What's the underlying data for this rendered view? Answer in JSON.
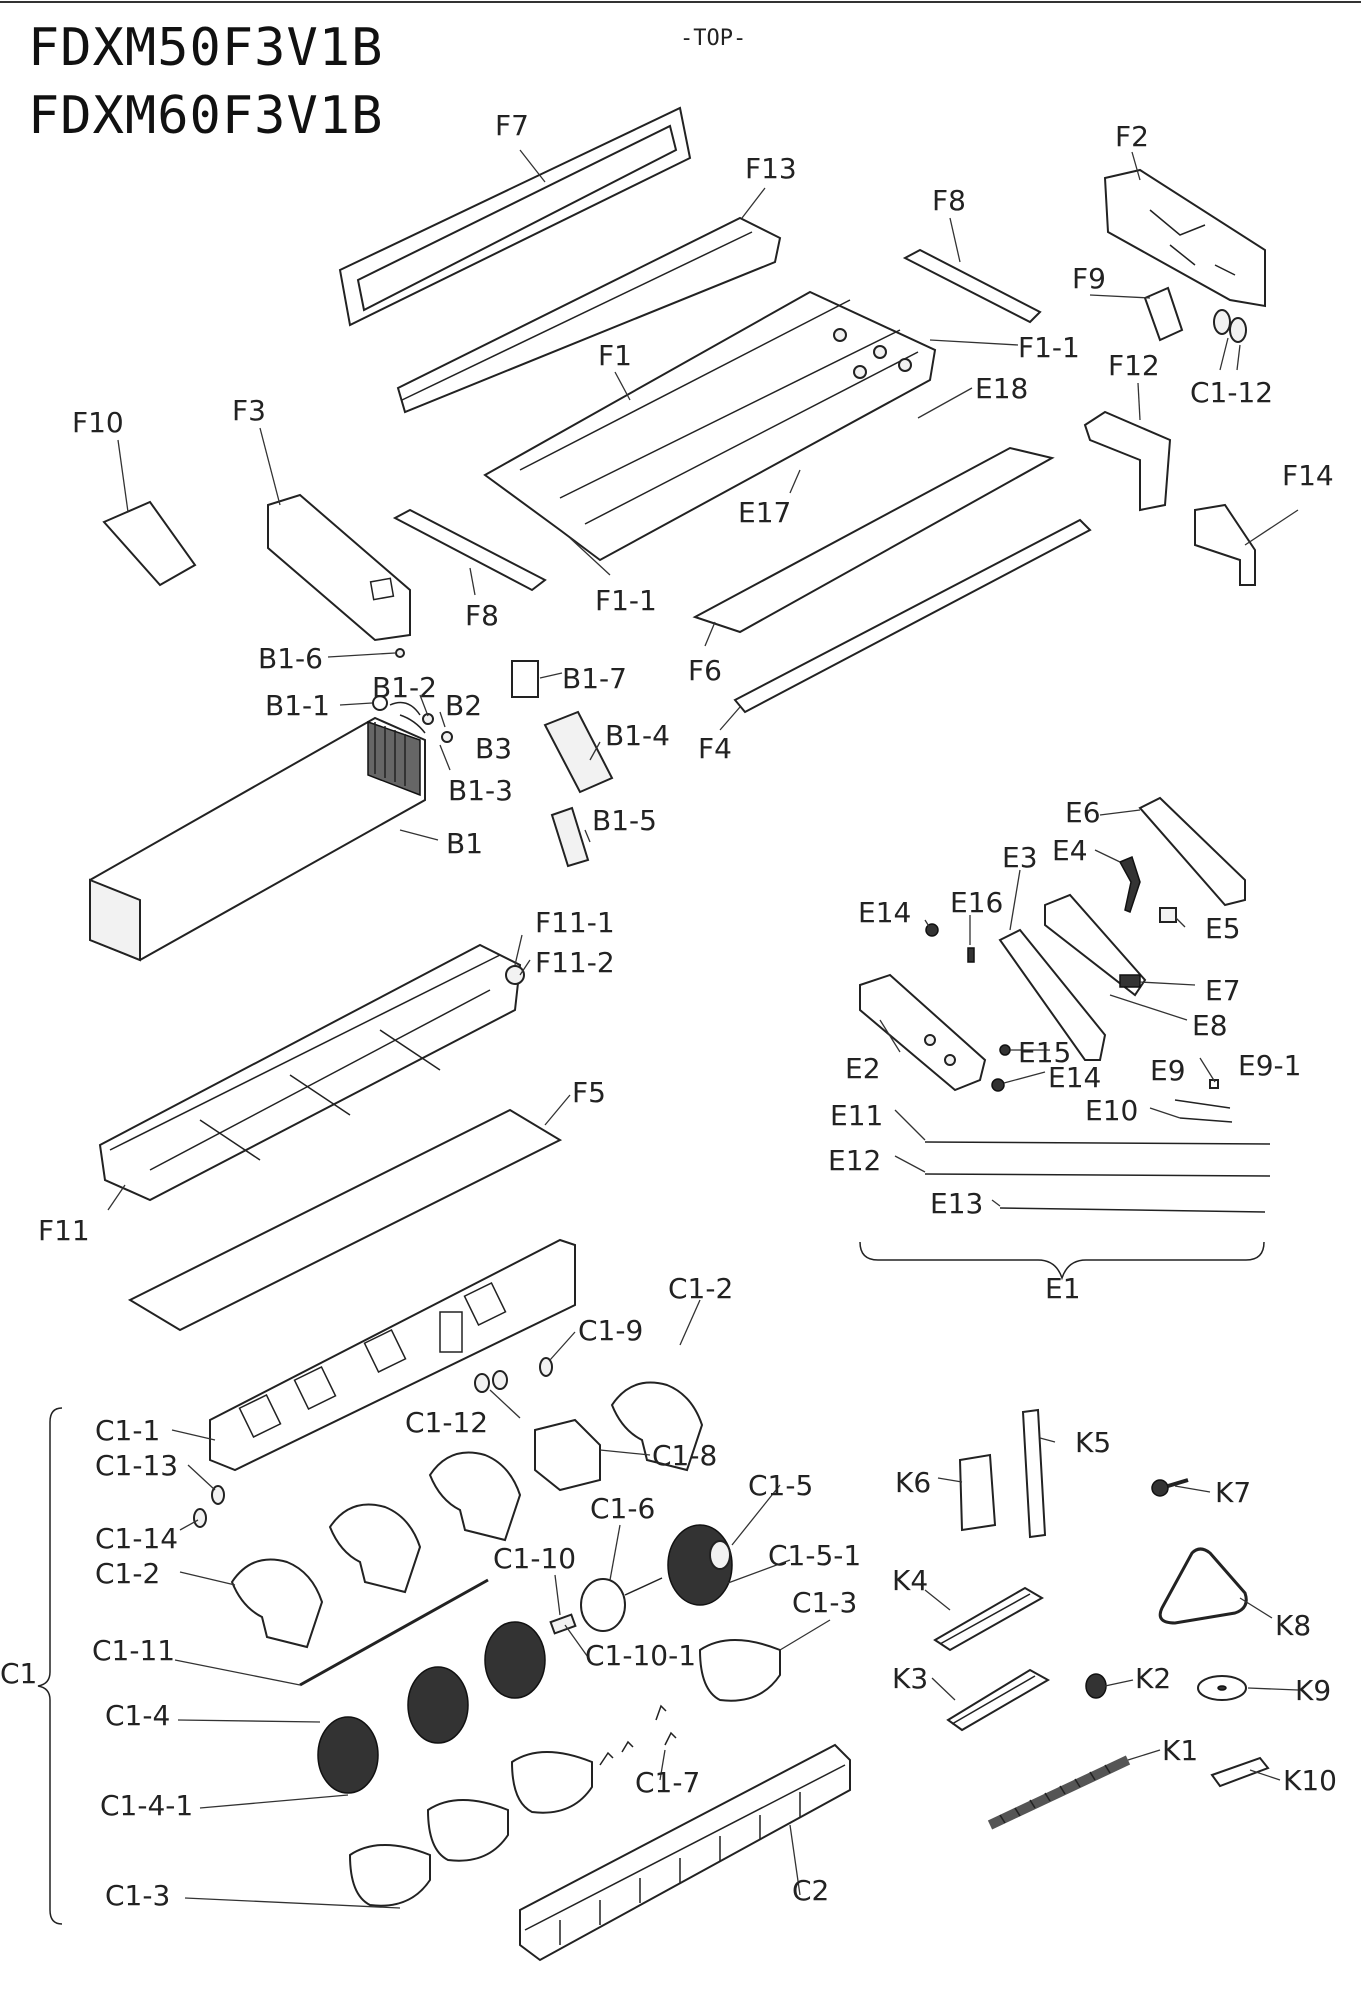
{
  "header": {
    "model_1": "FDXM50F3V1B",
    "model_2": "FDXM60F3V1B",
    "orientation": "-TOP-"
  },
  "parts": {
    "F7": "F7",
    "F13": "F13",
    "F8a": "F8",
    "F2": "F2",
    "F9": "F9",
    "F1_1a": "F1-1",
    "F1": "F1",
    "E18": "E18",
    "C1_12a": "C1-12",
    "F12": "F12",
    "F10": "F10",
    "F3": "F3",
    "E17": "E17",
    "F14": "F14",
    "F8b": "F8",
    "F1_1b": "F1-1",
    "F6": "F6",
    "B1_6": "B1-6",
    "B1_7": "B1-7",
    "B1_1": "B1-1",
    "B1_2": "B1-2",
    "B2": "B2",
    "B3": "B3",
    "B1_4": "B1-4",
    "F4": "F4",
    "B1_3": "B1-3",
    "B1_5": "B1-5",
    "B1": "B1",
    "E6": "E6",
    "E4": "E4",
    "E3": "E3",
    "E5": "E5",
    "E14a": "E14",
    "E16": "E16",
    "E7": "E7",
    "F11_1": "F11-1",
    "F11_2": "F11-2",
    "E8": "E8",
    "E2": "E2",
    "E15": "E15",
    "E14b": "E14",
    "E9": "E9",
    "E9_1": "E9-1",
    "F5": "F5",
    "E10": "E10",
    "E11": "E11",
    "E12": "E12",
    "E13": "E13",
    "F11": "F11",
    "E1": "E1",
    "C1_2a": "C1-2",
    "C1_9": "C1-9",
    "C1_1": "C1-1",
    "C1_12b": "C1-12",
    "C1_13": "C1-13",
    "C1_8": "C1-8",
    "K5": "K5",
    "C1_5": "C1-5",
    "K6": "K6",
    "K7": "K7",
    "C1_14": "C1-14",
    "C1_6": "C1-6",
    "C1_10": "C1-10",
    "C1_5_1": "C1-5-1",
    "C1_2b": "C1-2",
    "C1_3a": "C1-3",
    "K4": "K4",
    "K8": "K8",
    "C1_11": "C1-11",
    "C1_10_1": "C1-10-1",
    "C1": "C1",
    "K3": "K3",
    "K2": "K2",
    "K9": "K9",
    "C1_4": "C1-4",
    "K1": "K1",
    "C1_7": "C1-7",
    "K10": "K10",
    "C1_4_1": "C1-4-1",
    "C2": "C2",
    "C1_3b": "C1-3"
  }
}
